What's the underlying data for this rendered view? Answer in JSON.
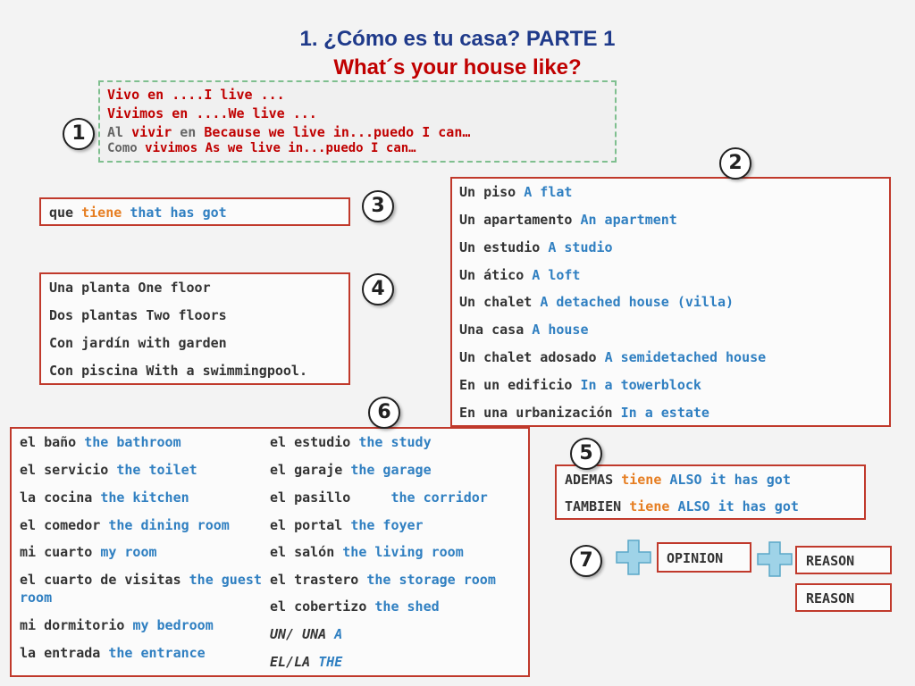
{
  "title": {
    "line1": "1. ¿Cómo es tu casa? PARTE 1",
    "line2": "What´s your house like?"
  },
  "box1": {
    "l1a": "Vivo en",
    "l1b": "....I live ...",
    "l2a": "Vivimos en",
    "l2b": "....We live ...",
    "l3a": "Al",
    "l3b": "vivir",
    "l3c": "en",
    "l3d": "Because we live in...puedo I can…",
    "l4a": "Como",
    "l4b": "vivimos",
    "l4c": "As we live in...puedo I can…"
  },
  "box3": {
    "a": "que",
    "b": "tiene",
    "c": "that has got"
  },
  "box4": {
    "items": [
      "Una planta  One floor",
      "Dos plantas Two floors",
      "Con jardín with garden",
      "Con piscina With a swimmingpool."
    ]
  },
  "box2": {
    "items": [
      {
        "es": "Un piso",
        "en": "A flat"
      },
      {
        "es": "Un apartamento",
        "en": "An apartment"
      },
      {
        "es": "Un estudio",
        "en": "A studio"
      },
      {
        "es": "Un ático",
        "en": "A loft"
      },
      {
        "es": "Un chalet",
        "en": "A detached house (villa)"
      },
      {
        "es": "Una casa",
        "en": "A house"
      },
      {
        "es": "Un chalet adosado",
        "en": "A semidetached house"
      },
      {
        "es": "En un edificio",
        "en": "In a towerblock"
      },
      {
        "es": "En una urbanización",
        "en": "In a estate"
      }
    ]
  },
  "box6": {
    "left": [
      {
        "es": "el baño",
        "en": "the bathroom"
      },
      {
        "es": "el servicio",
        "en": "the toilet"
      },
      {
        "es": "la cocina",
        "en": "the kitchen"
      },
      {
        "es": "el comedor",
        "en": "the dining room"
      },
      {
        "es": "mi cuarto",
        "en": "my room"
      },
      {
        "es": "el cuarto de visitas",
        "en": "the guest"
      },
      {
        "es": "",
        "en": "room"
      },
      {
        "es": "mi dormitorio",
        "en": "my bedroom"
      },
      {
        "es": "la entrada",
        "en": "the entrance"
      }
    ],
    "right": [
      {
        "es": "el estudio",
        "en": "the study"
      },
      {
        "es": "el garaje",
        "en": "the garage"
      },
      {
        "es": "el pasillo    ",
        "en": "the corridor"
      },
      {
        "es": "el portal",
        "en": "the foyer"
      },
      {
        "es": "el salón",
        "en": "the living room"
      },
      {
        "es": "el trastero",
        "en": "the storage room"
      },
      {
        "es": "el cobertizo",
        "en": "the shed"
      },
      {
        "es": "UN/ UNA",
        "en": "A"
      },
      {
        "es": "EL/LA",
        "en": "THE"
      }
    ]
  },
  "box5": {
    "l1a": "ADEMAS",
    "l1b": "tiene",
    "l1c": "ALSO it has got",
    "l2a": "TAMBIEN",
    "l2b": "tiene",
    "l2c": "ALSO it has got"
  },
  "box7": {
    "opinion": "OPINION",
    "reason1": "REASON",
    "reason2": "REASON"
  },
  "numbers": {
    "n1": "1",
    "n2": "2",
    "n3": "3",
    "n4": "4",
    "n5": "5",
    "n6": "6",
    "n7": "7"
  },
  "colors": {
    "red": "#c00000",
    "orange": "#e67e22",
    "blue": "#2f7fc1",
    "border": "#c0392b",
    "plus": "#9fd3e8"
  }
}
